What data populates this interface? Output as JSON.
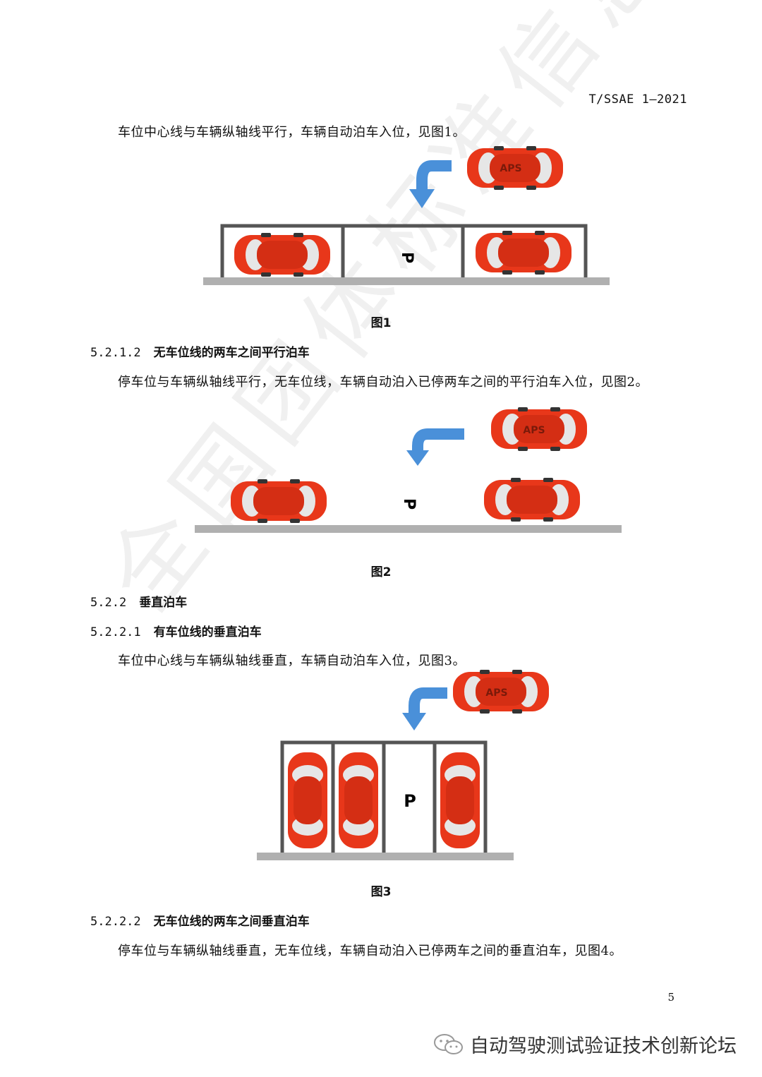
{
  "header": {
    "standard_code": "T/SSAE 1—2021"
  },
  "watermark": "全国团体标准信息平台",
  "blocks": {
    "intro_p": "车位中心线与车辆纵轴线平行，车辆自动泊车入位，见图1。",
    "s5212_num": "5.2.1.2",
    "s5212_title": "无车位线的两车之间平行泊车",
    "s5212_p": "停车位与车辆纵轴线平行，无车位线，车辆自动泊入已停两车之间的平行泊车入位，见图2。",
    "s522_num": "5.2.2",
    "s522_title": "垂直泊车",
    "s5221_num": "5.2.2.1",
    "s5221_title": "有车位线的垂直泊车",
    "s5221_p": "车位中心线与车辆纵轴线垂直，车辆自动泊车入位，见图3。",
    "s5222_num": "5.2.2.2",
    "s5222_title": "无车位线的两车之间垂直泊车",
    "s5222_p": "停车位与车辆纵轴线垂直，无车位线，车辆自动泊入已停两车之间的垂直泊车，见图4。"
  },
  "figures": {
    "fig1_caption": "图1",
    "fig2_caption": "图2",
    "fig3_caption": "图3",
    "car_label": "APS",
    "slot_label": "P",
    "car_color": "#e8371a",
    "arrow_color": "#4a90d9",
    "line_color": "#555555",
    "ground_color": "#b0b0b0"
  },
  "page": {
    "number": "5"
  },
  "footer": {
    "account_name": "自动驾驶测试验证技术创新论坛",
    "icon": "wechat-icon"
  }
}
